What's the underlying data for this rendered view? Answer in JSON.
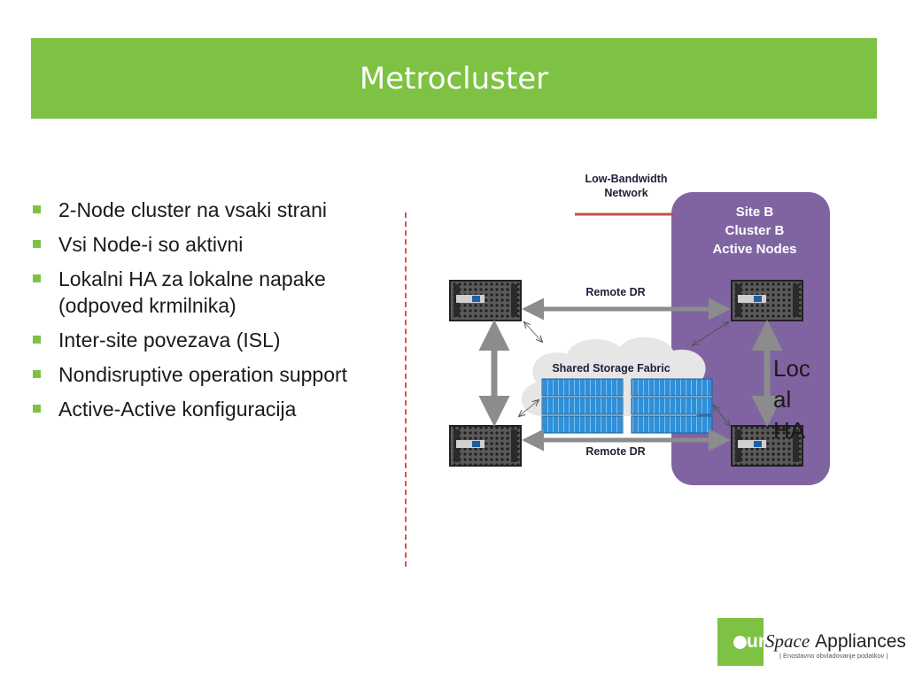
{
  "title": "Metrocluster",
  "bullets": [
    "2-Node cluster na vsaki strani",
    "Vsi Node-i so aktivni",
    "Lokalni HA za lokalne napake",
    "(odpoved krmilnika)",
    "Inter-site povezava (ISL)",
    "Nondisruptive operation support",
    "Active-Active konfiguracija"
  ],
  "diagram": {
    "network_label_1": "Low-Bandwidth",
    "network_label_2": "Network",
    "site_b_1": "Site B",
    "site_b_2": "Cluster B",
    "site_b_3": "Active Nodes",
    "remote_dr_top": "Remote DR",
    "remote_dr_bottom": "Remote DR",
    "fabric_label": "Shared Storage Fabric",
    "local_ha_1": "Loc",
    "local_ha_2": "al",
    "local_ha_3": "HA"
  },
  "logo": {
    "our": "ur",
    "space": "Space",
    "appliances": "Appliances",
    "tagline": "| Enostavno obvladovanje podatkov |"
  },
  "colors": {
    "accent_green": "#7dc242",
    "site_purple": "#8064a2",
    "divider_red": "#d9534f",
    "storage_blue": "#2f8fd8"
  }
}
